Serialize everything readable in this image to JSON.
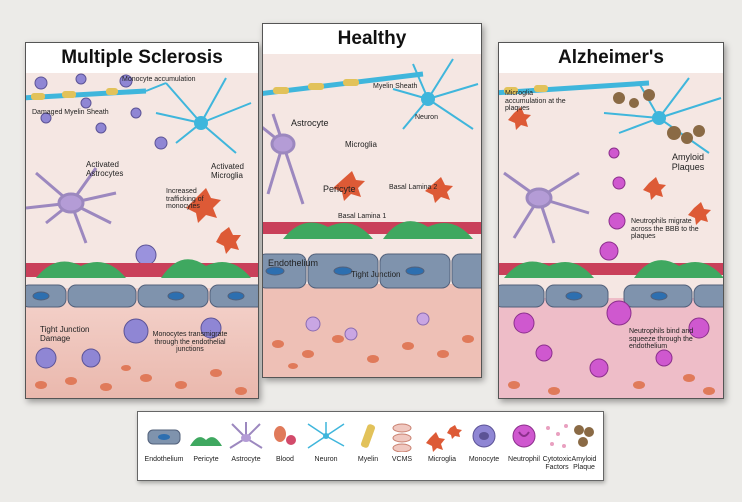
{
  "panels": {
    "ms": {
      "title": "Multiple Sclerosis",
      "labels": {
        "monocyte_accum": "Monocyte accumulation",
        "damaged_myelin": "Damaged Myelin Sheath",
        "activated_astrocytes": "Activated Astrocytes",
        "activated_microglia": "Activated Microglia",
        "trafficking": "Increased trafficking of monocytes",
        "tight_junction_damage": "Tight Junction Damage",
        "transmigrate": "Monocytes transmigrate through the endothelial junctions"
      }
    },
    "healthy": {
      "title": "Healthy",
      "labels": {
        "myelin_sheath": "Myelin Sheath",
        "neuron": "Neuron",
        "astrocyte": "Astrocyte",
        "microglia": "Microglia",
        "pericyte": "Pericyte",
        "basal_lamina_2": "Basal Lamina 2",
        "basal_lamina_1": "Basal Lamina 1",
        "endothelium": "Endothelium",
        "tight_junction": "Tight Junction"
      }
    },
    "alz": {
      "title": "Alzheimer's",
      "labels": {
        "microglia_accum": "Microglia accumulation at the plaques",
        "amyloid_plaques": "Amyloid Plaques",
        "neutrophils_migrate": "Neutrophils migrate across the BBB to the plaques",
        "neutrophils_bind": "Neutrophils bind and squeeze through the endothelium"
      }
    }
  },
  "legend": {
    "items": [
      {
        "label": "Endothelium",
        "icon": "endothelium-icon"
      },
      {
        "label": "Pericyte",
        "icon": "pericyte-icon"
      },
      {
        "label": "Astrocyte",
        "icon": "astrocyte-icon"
      },
      {
        "label": "Blood",
        "icon": "blood-icon"
      },
      {
        "label": "Neuron",
        "icon": "neuron-icon"
      },
      {
        "label": "Myelin",
        "icon": "myelin-icon"
      },
      {
        "label": "VCMS",
        "icon": "vcms-icon"
      },
      {
        "label": "Microglia",
        "icon": "microglia-icon"
      },
      {
        "label": "Monocyte",
        "icon": "monocyte-icon"
      },
      {
        "label": "Neutrophil",
        "icon": "neutrophil-icon"
      },
      {
        "label": "Cytotoxic Factors",
        "icon": "cytotoxic-factors-icon"
      },
      {
        "label": "Amyloid Plaque",
        "icon": "amyloid-plaque-icon"
      }
    ]
  },
  "colors": {
    "pericyte": "#3fa860",
    "endothelium": "#7f93ad",
    "astrocyte": "#9c88bf",
    "neuron": "#3fb6dc",
    "myelin": "#e2c25a",
    "microglia": "#dd5a36",
    "monocyte": "#8f86d4",
    "neutrophil": "#cf58cf",
    "blood": "#e07a5a",
    "vessel_wall": "#c9405a"
  }
}
